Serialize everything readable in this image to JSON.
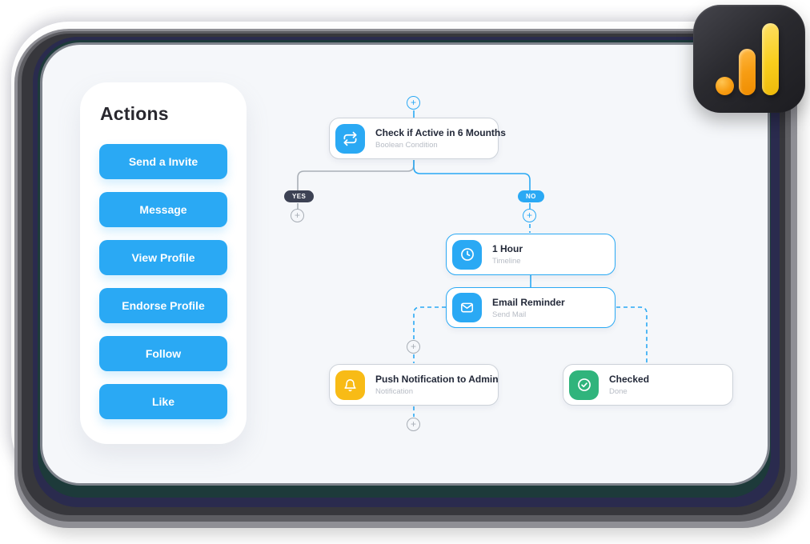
{
  "actions_panel": {
    "title": "Actions",
    "buttons": [
      "Send a Invite",
      "Message",
      "View Profile",
      "Endorse Profile",
      "Follow",
      "Like"
    ]
  },
  "flow": {
    "nodes": [
      {
        "title": "Check if Active in 6 Mounths",
        "subtitle": "Boolean Condition",
        "icon": "repeat-icon",
        "accent": "#2aa9f4"
      },
      {
        "title": "1 Hour",
        "subtitle": "Timeline",
        "icon": "clock-icon",
        "accent": "#2aa9f4"
      },
      {
        "title": "Email Reminder",
        "subtitle": "Send Mail",
        "icon": "mail-icon",
        "accent": "#2aa9f4"
      },
      {
        "title": "Push Notification to Admin",
        "subtitle": "Notification",
        "icon": "bell-icon",
        "accent": "#f8bb16"
      },
      {
        "title": "Checked",
        "subtitle": "Done",
        "icon": "check-icon",
        "accent": "#30b47c"
      }
    ],
    "branch_labels": {
      "yes": "YES",
      "no": "NO"
    }
  },
  "glyphs": {
    "plus": "+"
  },
  "colors": {
    "accent_blue": "#2aa9f4",
    "badge_dark": "#3d4254",
    "icon_yellow": "#f8bb16",
    "icon_green": "#30b47c",
    "panel_bg": "#f5f7fa",
    "node_border_gray": "#cdd2d9",
    "connector_gray": "#a9afb7",
    "frame_navy": "#2a2b4e",
    "frame_teal": "#1d3a3a"
  }
}
